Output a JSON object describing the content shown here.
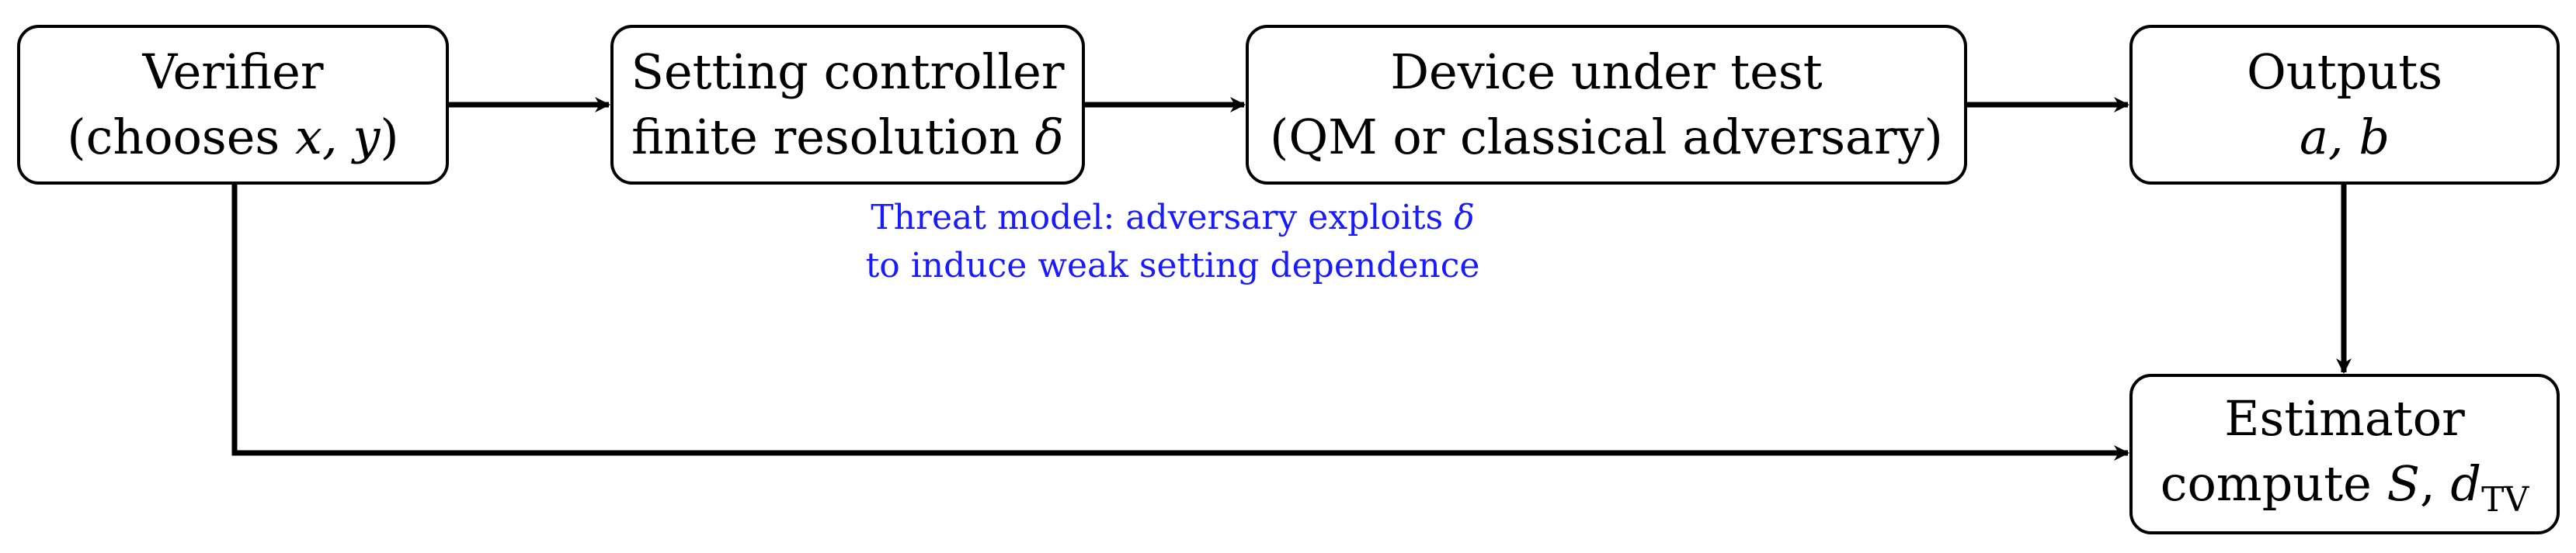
{
  "verifier": {
    "title": "Verifier",
    "line2_prefix": "(chooses ",
    "line2_vars": "x, y",
    "line2_suffix": ")"
  },
  "setting_controller": {
    "title": "Setting controller",
    "line2_prefix": "finite resolution ",
    "line2_var": "δ"
  },
  "device": {
    "title": "Device under test",
    "subtitle": "(QM or classical adversary)"
  },
  "outputs": {
    "title": "Outputs",
    "vars": "a, b"
  },
  "estimator": {
    "title": "Estimator",
    "line2_prefix": "compute ",
    "line2_var_s": "S",
    "line2_sep": ", ",
    "line2_var_d": "d",
    "line2_sub": "TV"
  },
  "threat_note": {
    "line1_prefix": "Threat model: adversary exploits ",
    "line1_var": "δ",
    "line2": "to induce weak setting dependence"
  }
}
